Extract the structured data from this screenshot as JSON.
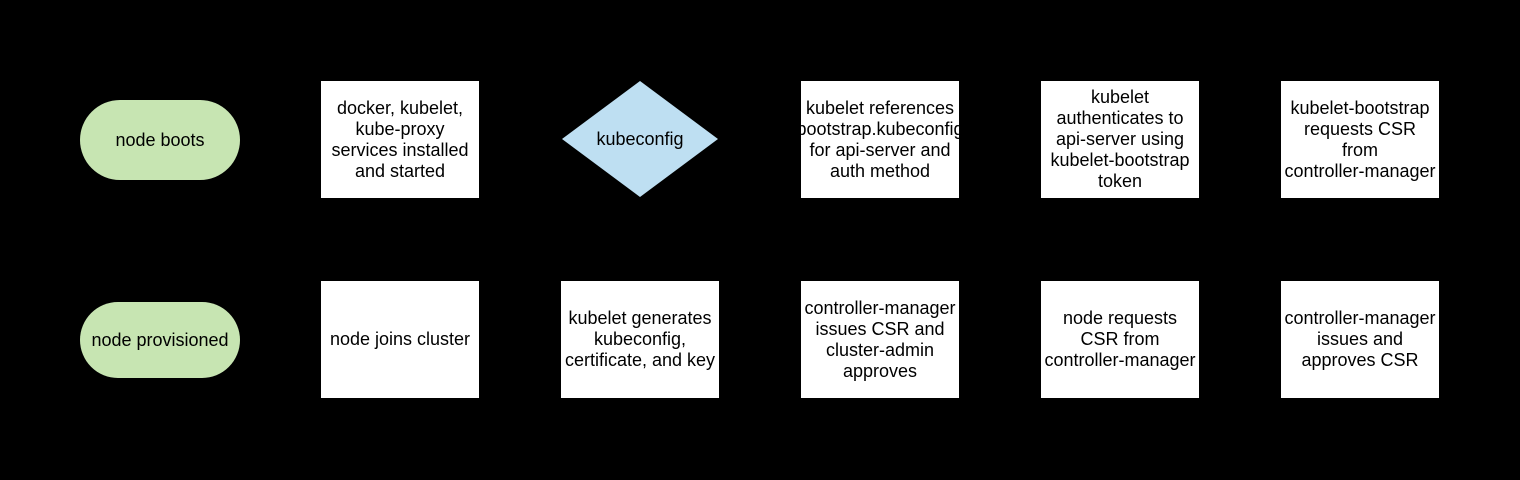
{
  "diagram": {
    "background": "#000000",
    "colors": {
      "background": "#000000",
      "terminator_fill": "#c7e5b2",
      "process_fill": "#ffffff",
      "decision_fill": "#bedff2",
      "text": "#000000"
    },
    "rows": [
      {
        "name": "top-flow",
        "nodes": [
          {
            "type": "terminator",
            "label": "node boots"
          },
          {
            "type": "process",
            "label": "docker, kubelet,\nkube-proxy\nservices installed\nand started"
          },
          {
            "type": "decision",
            "label": "kubeconfig"
          },
          {
            "type": "process",
            "label": "kubelet references\nbootstrap.kubeconfig\nfor api-server and\nauth method"
          },
          {
            "type": "process",
            "label": "kubelet\nauthenticates to\napi-server using\nkubelet-bootstrap\ntoken"
          },
          {
            "type": "process",
            "label": "kubelet-bootstrap\nrequests CSR\nfrom\ncontroller-manager"
          }
        ]
      },
      {
        "name": "bottom-flow",
        "nodes": [
          {
            "type": "terminator",
            "label": "node provisioned"
          },
          {
            "type": "process",
            "label": "node joins cluster"
          },
          {
            "type": "process",
            "label": "kubelet generates\nkubeconfig,\ncertificate, and key"
          },
          {
            "type": "process",
            "label": "controller-manager\nissues CSR and\ncluster-admin\napproves"
          },
          {
            "type": "process",
            "label": "node requests\nCSR from\ncontroller-manager"
          },
          {
            "type": "process",
            "label": "controller-manager\nissues and\napproves CSR"
          }
        ]
      }
    ]
  }
}
